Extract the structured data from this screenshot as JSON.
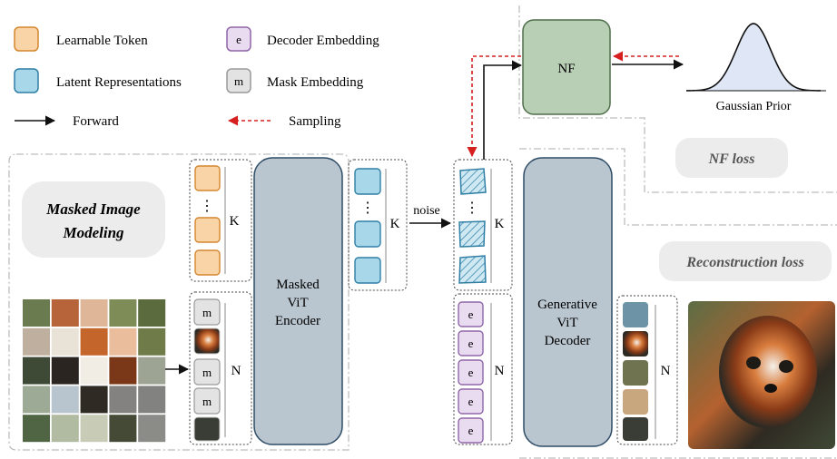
{
  "legend": {
    "learnable_token": "Learnable Token",
    "latent_representations": "Latent Representations",
    "forward": "Forward",
    "decoder_embedding": "Decoder Embedding",
    "mask_embedding": "Mask Embedding",
    "sampling": "Sampling",
    "decoder_glyph": "e",
    "mask_glyph": "m"
  },
  "labels": {
    "masked_image_modeling_1": "Masked Image",
    "masked_image_modeling_2": "Modeling",
    "k": "K",
    "n": "N",
    "noise": "noise",
    "vdots": "⋮",
    "encoder_1": "Masked",
    "encoder_2": "ViT",
    "encoder_3": "Encoder",
    "decoder_1": "Generative",
    "decoder_2": "ViT",
    "decoder_3": "Decoder",
    "nf": "NF",
    "gaussian_prior": "Gaussian Prior",
    "nf_loss": "NF loss",
    "reconstruction_loss": "Reconstruction loss"
  },
  "colors": {
    "learnable_token": "#f9d4a6",
    "learnable_token_border": "#d5862f",
    "latent": "#a8d7ea",
    "latent_border": "#2f7fa5",
    "decoder_embed": "#eadcf0",
    "decoder_embed_border": "#8f66a8",
    "mask_embed": "#e3e3e3",
    "vit_block": "#b9c5cf",
    "nf_block": "#b9cfb5",
    "sampling_arrow": "#d62020",
    "gaussian_fill": "#dfe7f6"
  }
}
